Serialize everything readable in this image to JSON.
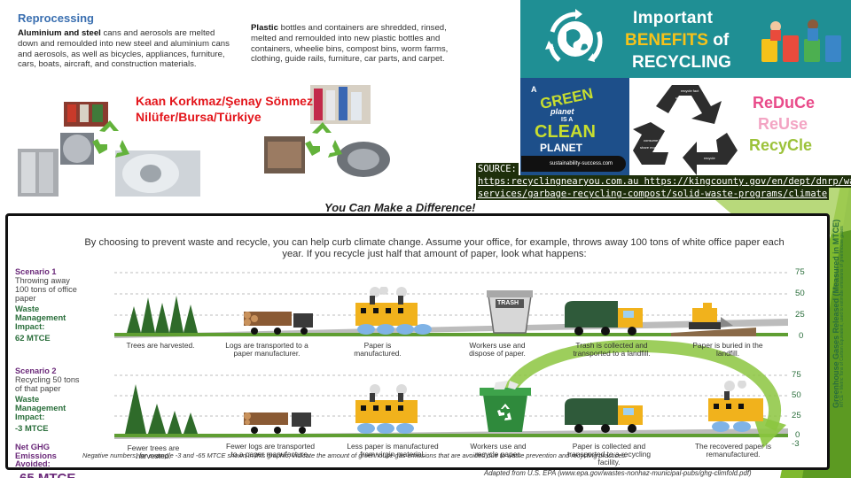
{
  "reprocessing": {
    "title": "Reprocessing",
    "metal_bold": "Aluminium and steel",
    "metal_text": " cans and aerosols are melted down and remoulded into new steel and aluminium cans and aerosols, as well as bicycles, appliances, furniture, cars, boats, aircraft, and construction materials.",
    "plastic_bold": "Plastic",
    "plastic_text": " bottles and containers are shredded, rinsed, melted and remoulded into new plastic bottles and containers, wheelie bins, compost bins, worm farms, clothing, guide rails, furniture, car parts, and carpet."
  },
  "author": {
    "line1": "Kaan Korkmaz/Şenay Sönmez",
    "line2": "Nilüfer/Bursa/Türkiye"
  },
  "poster": {
    "line1": "Important",
    "line2_accent": "BENEFITS",
    "line2_rest": " of",
    "line3": "RECYCLING",
    "tile1_a": "A",
    "tile1_green": "GREEN",
    "tile1_planet": "planet",
    "tile1_isa": "IS A",
    "tile1_clean": "CLEAN",
    "tile1_planet2": "PLANET",
    "tile1_site": "sustainability-success.com",
    "tile3_reduce": "ReDuCe",
    "tile3_reuse": "ReUse",
    "tile3_recycle": "RecyCle"
  },
  "source": {
    "label": "SOURCE:",
    "line1": "https:recyclingnearyou.com.au  https://kingcounty.gov/en/dept/dnrp/waste-",
    "line2": "services/garbage-recycling-compost/solid-waste-programs/climate"
  },
  "epa": {
    "heading": "You Can Make a Difference!",
    "intro": "By choosing to prevent waste and recycle, you can help curb climate change. Assume your office, for example, throws away 100 tons of white office paper each year. If you recycle just half that amount of paper, look what happens:",
    "scenario1": {
      "title": "Scenario 1",
      "desc1": "Throwing away",
      "desc2": "100 tons of office",
      "desc3": "paper",
      "wm1": "Waste",
      "wm2": "Management",
      "wm3": "Impact:",
      "value": "62 MTCE",
      "captions": [
        "Trees are harvested.",
        "Logs are transported to a paper manufacturer.",
        "Paper is manufactured.",
        "Workers use and dispose of paper.",
        "Trash is collected and transported to a landfill.",
        "Paper is buried in the landfill."
      ]
    },
    "scenario2": {
      "title": "Scenario 2",
      "desc1": "Recycling 50 tons",
      "desc2": "of that paper",
      "wm1": "Waste",
      "wm2": "Management",
      "wm3": "Impact:",
      "value": "-3 MTCE",
      "captions": [
        "Fewer trees are harvested.",
        "Fewer logs are transported to a paper manufacture.",
        "Less paper is manufactured from virgin material.",
        "Workers use and recycle paper.",
        "Paper is collected and transported to a recycling facility.",
        "The recovered paper is remanufactured."
      ]
    },
    "net1": "Net GHG",
    "net2": "Emissions",
    "net3": "Avoided:",
    "net_value": "-65 MTCE",
    "trash_label": "TRASH",
    "axis_top": [
      "75",
      "50",
      "25",
      "0"
    ],
    "axis_bottom": [
      "75",
      "50",
      "25",
      "0",
      "-3"
    ],
    "axis_title": "Greenhouse Gases Released (Measured in MTCE)",
    "axis_sub": "MTCE = Metric Tons of Carbon Equivalent, used to estimate emissions of greenhouse gases",
    "footnote": "Negative numbers, for example -3 and -65 MTCE shown in this graphic, indicate the amount of greenhouse gas emissions that are avoided due to waste prevention and recycling practices.",
    "adapted": "Adapted from U.S. EPA (www.epa.gov/wastes-nonhaz-municipal-pubs/ghg-climfold.pdf)"
  },
  "colors": {
    "poster_teal": "#1f8f94",
    "benefits_yellow": "#f6c21a",
    "author_red": "#e3161c",
    "epa_purple": "#6b2a7a",
    "epa_green": "#2a6e3b",
    "swoosh_green": "#8cc63f"
  }
}
